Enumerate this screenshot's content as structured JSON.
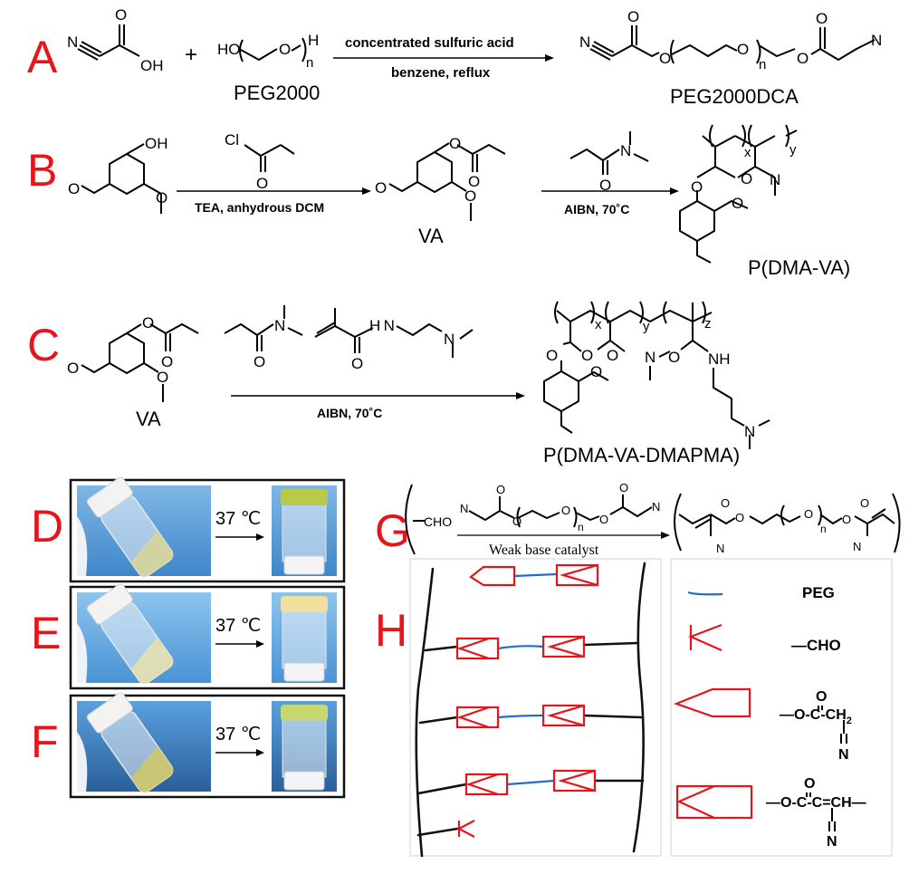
{
  "panels": {
    "A": {
      "label": "A",
      "reactant1_atoms": {
        "n": "N",
        "o": "O",
        "oh": "OH"
      },
      "plus": "+",
      "peg_atoms": {
        "ho": "HO",
        "o": "O",
        "n": "n",
        "h": "H"
      },
      "peg_name": "PEG2000",
      "condition_above": "concentrated sulfuric acid",
      "condition_below": "benzene, reflux",
      "product_atoms": {
        "n": "N",
        "o": "O",
        "sub": "n"
      },
      "product_name": "PEG2000DCA"
    },
    "B": {
      "label": "B",
      "vanillin_atoms": {
        "oh": "OH",
        "o": "O"
      },
      "reagent_atoms": {
        "cl": "Cl",
        "o": "O"
      },
      "condition1": "TEA, anhydrous DCM",
      "intermediate_name": "VA",
      "monomer_atoms": {
        "n": "N",
        "o": "O"
      },
      "condition2": "AIBN, 70˚C",
      "polymer_subs": {
        "x": "x",
        "y": "y"
      },
      "polymer_name": "P(DMA-VA)"
    },
    "C": {
      "label": "C",
      "start_name": "VA",
      "monomer_atoms": {
        "n": "N",
        "nh": "H N",
        "o": "O"
      },
      "condition": "AIBN, 70˚C",
      "polymer_subs": {
        "x": "x",
        "y": "y",
        "z": "z"
      },
      "polymer_atoms": {
        "nh": "NH",
        "n": "N",
        "o": "O"
      },
      "polymer_name": "P(DMA-VA-DMAPMA)"
    },
    "D": {
      "label": "D",
      "temperature": "37 ℃",
      "sol_color": "#d8d49a",
      "gel_color": "#b9c94a"
    },
    "E": {
      "label": "E",
      "temperature": "37 ℃",
      "sol_color": "#e4e0b0",
      "gel_color": "#f0e0a0"
    },
    "F": {
      "label": "F",
      "temperature": "37 ℃",
      "sol_color": "#cdc86a",
      "gel_color": "#c8d870"
    },
    "G": {
      "label": "G",
      "reactant_group": "CHO",
      "reagent_atoms": {
        "n": "N",
        "o": "O",
        "sub": "n"
      },
      "condition": "Weak base catalyst",
      "product_atoms": {
        "n": "N",
        "o": "O",
        "sub": "n"
      }
    },
    "H": {
      "label": "H",
      "legend": [
        {
          "symbol": "blue-line",
          "text": "PEG"
        },
        {
          "symbol": "red-k",
          "text": "—CHO"
        },
        {
          "symbol": "red-pentagon",
          "text": "—O-C-CH",
          "sub": "2",
          "top": "O",
          "bottom": "N"
        },
        {
          "symbol": "red-box-k",
          "text": "—O-C-C=CH—",
          "top": "O",
          "bottom": "N"
        }
      ]
    }
  },
  "colors": {
    "label": "#e8141c",
    "peg": "#1f6fc4",
    "schematic": "#e8141c"
  }
}
